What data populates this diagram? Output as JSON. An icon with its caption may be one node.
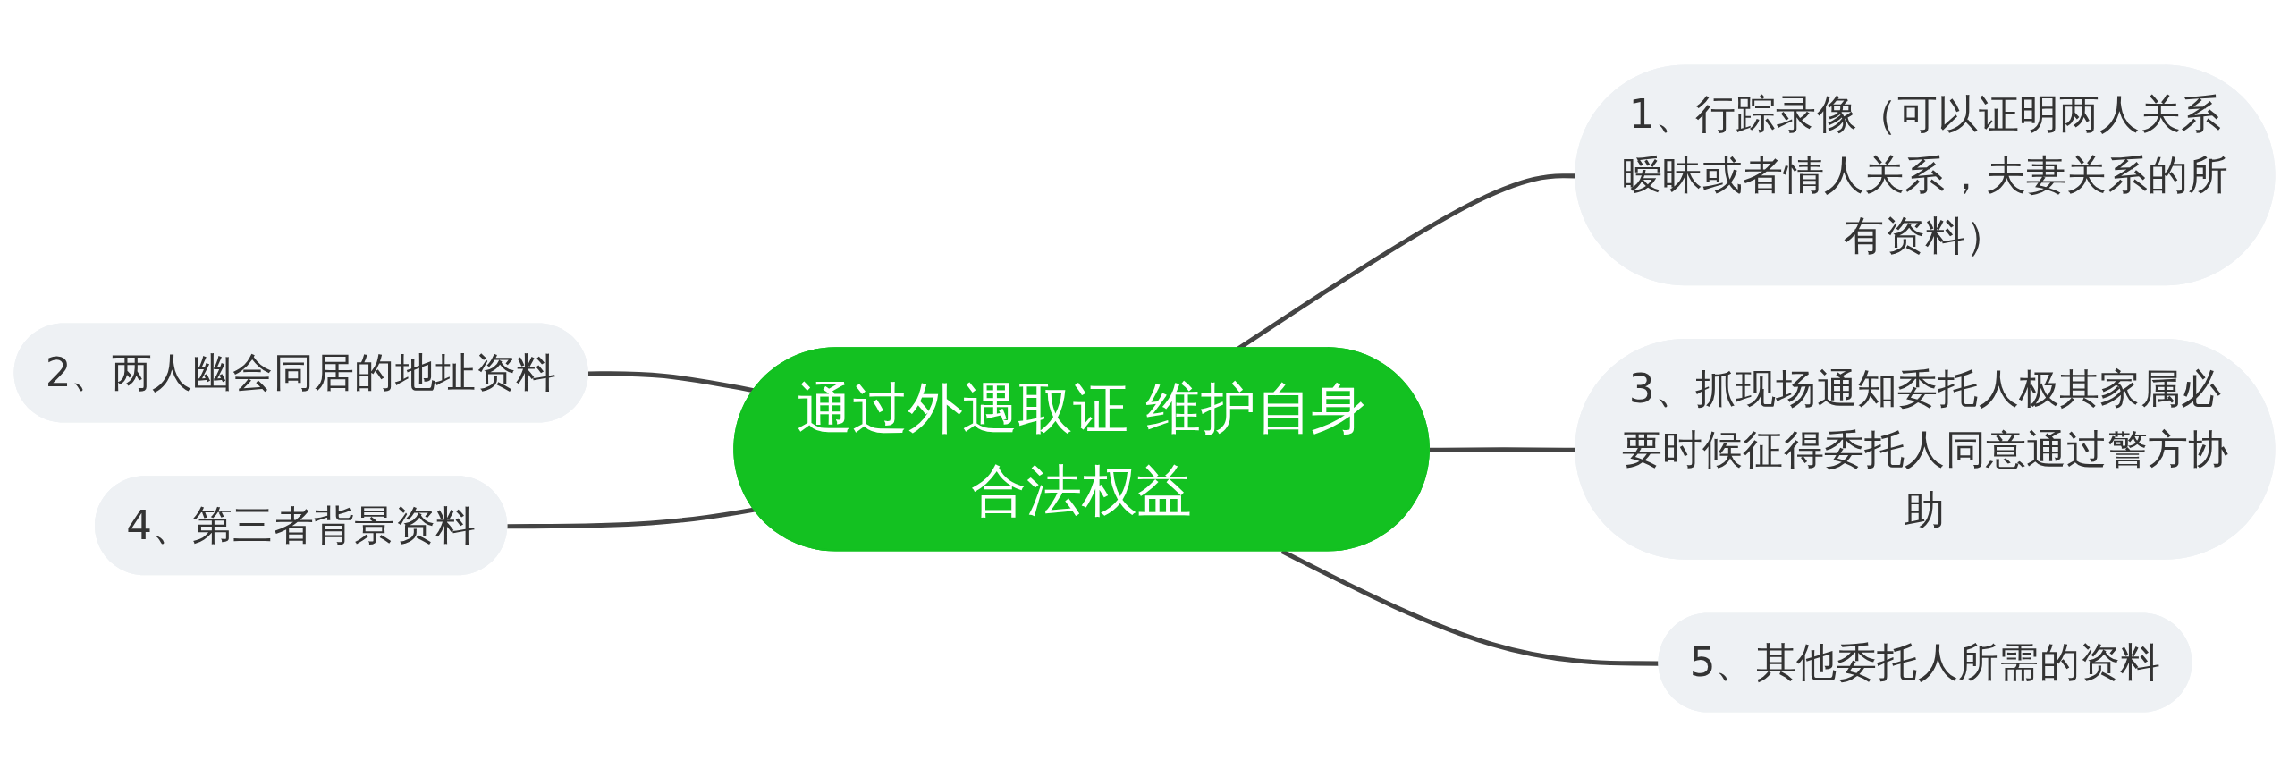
{
  "diagram": {
    "nodes": [
      {
        "text": [
          "通过外遇取证 维护自身合法权益"
        ]
      },
      {
        "text": [
          "1、行踪录像（可以证明两人关系暧昧或者情人关系，夫妻关系的所有资料）"
        ]
      },
      {
        "text": [
          "2、两人幽会同居的地址资料"
        ]
      },
      {
        "text": [
          "3、抓现场通知委托人极其家属必要时候征得委托人同意通过警方协助"
        ]
      },
      {
        "text": [
          "4、第三者背景资料"
        ]
      },
      {
        "text": [
          "5、其他委托人所需的资料"
        ]
      }
    ],
    "edges": [
      {
        "from": 0,
        "to": 1,
        "arrow": "none"
      },
      {
        "from": 2,
        "to": 0,
        "arrow": "none"
      },
      {
        "from": 0,
        "to": 3,
        "arrow": "none"
      },
      {
        "from": 4,
        "to": 0,
        "arrow": "none"
      },
      {
        "from": 0,
        "to": 5,
        "arrow": "none"
      }
    ]
  }
}
